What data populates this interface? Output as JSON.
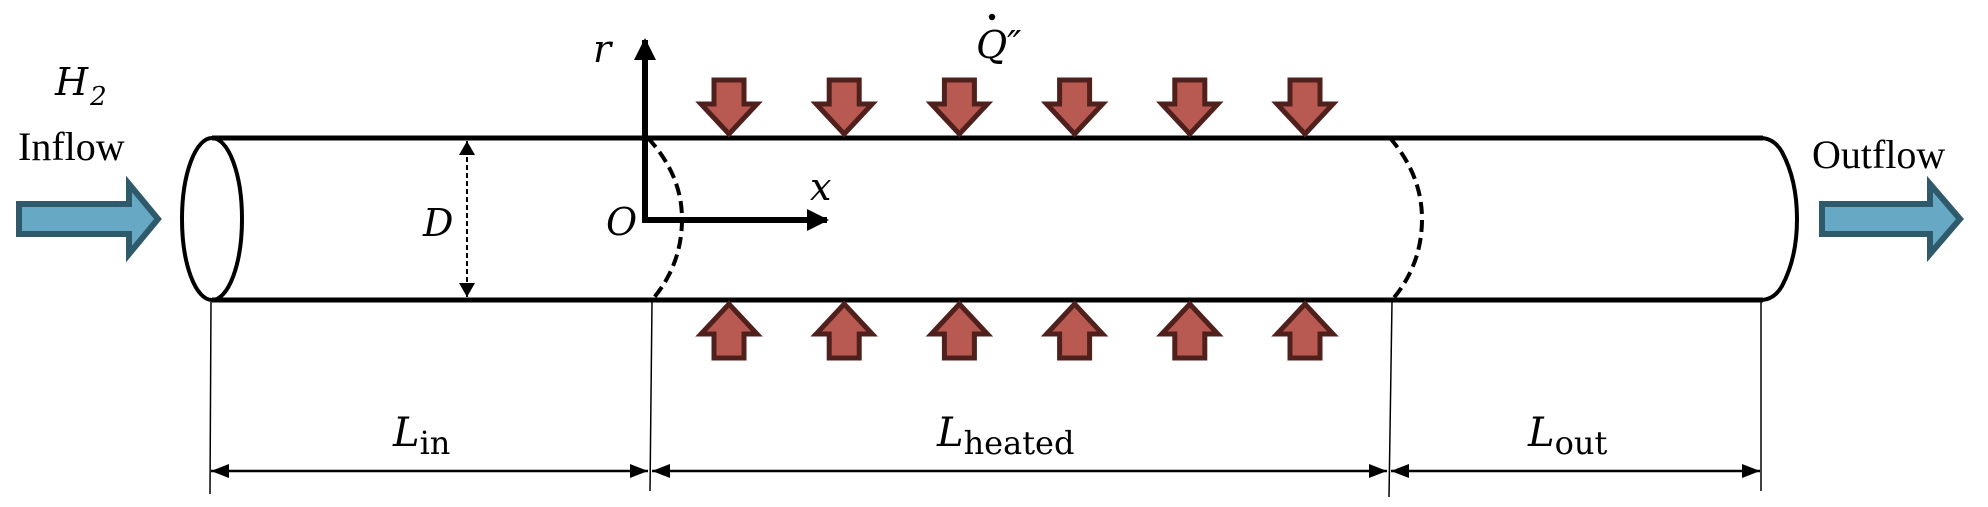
{
  "title": "Heated pipe hydrogen flow schematic",
  "labels": {
    "species": "H",
    "species_subscript": "2",
    "inflow": "Inflow",
    "outflow": "Outflow",
    "diameter": "D",
    "origin": "O",
    "axis_r": "r",
    "axis_x": "x",
    "heat_flux": "Q″",
    "heat_flux_dot": "˙",
    "length_symbol": "L",
    "inlet_length_sub": "in",
    "heated_length_sub": "heated",
    "outlet_length_sub": "out"
  },
  "heat_flux_arrows": {
    "count_per_side": 6,
    "sides": [
      "top",
      "bottom"
    ]
  },
  "colors": {
    "flow_arrow_fill": "#67a9c5",
    "flow_arrow_stroke": "#2e5a6b",
    "heat_arrow_fill": "#b85a52",
    "heat_arrow_stroke": "#4f201c",
    "line": "#000000"
  }
}
